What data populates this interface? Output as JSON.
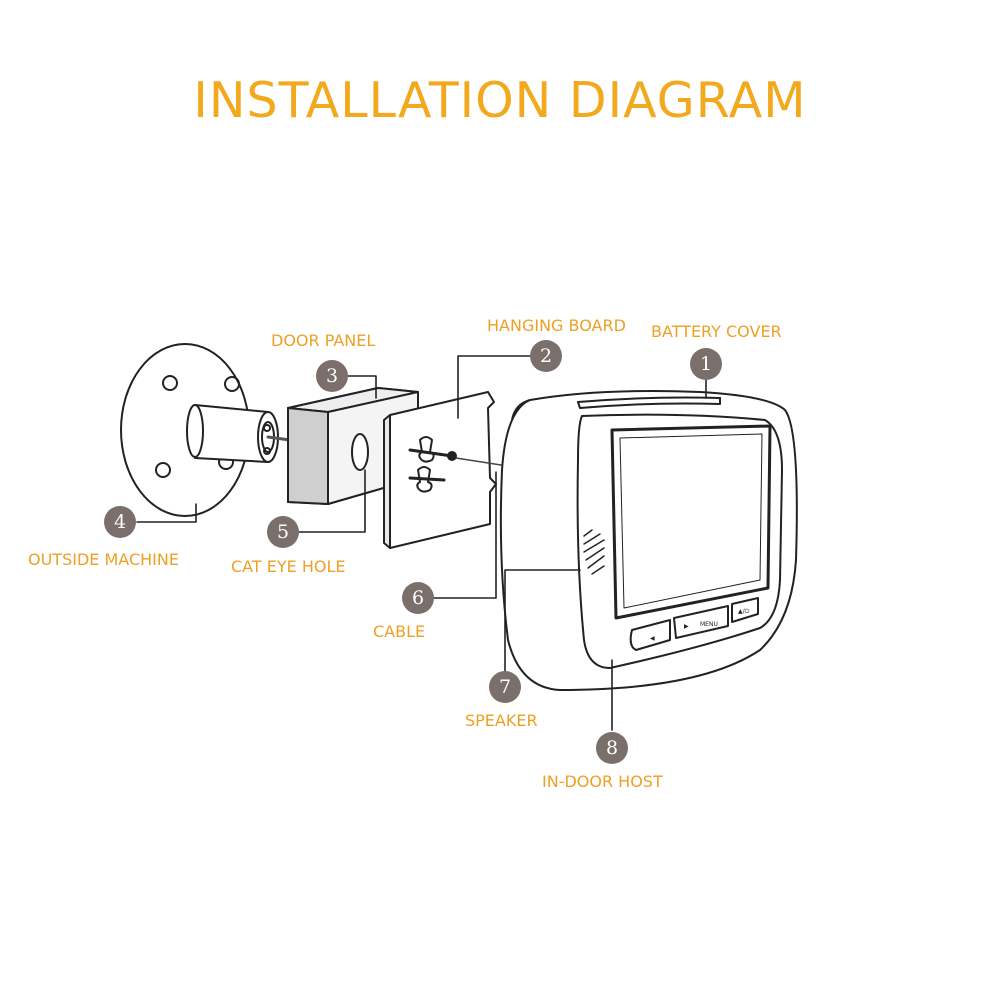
{
  "title": "INSTALLATION DIAGRAM",
  "colors": {
    "label": "#eea024",
    "title": "#f2a91e",
    "badge": "#7a6f6a",
    "panel_fill": "#d9d9d9",
    "line": "#222222"
  },
  "parts": [
    {
      "number": "1",
      "label": "BATTERY COVER"
    },
    {
      "number": "2",
      "label": "HANGING BOARD"
    },
    {
      "number": "3",
      "label": "DOOR PANEL"
    },
    {
      "number": "4",
      "label": "OUTSIDE MACHINE"
    },
    {
      "number": "5",
      "label": "CAT EYE HOLE"
    },
    {
      "number": "6",
      "label": "CABLE"
    },
    {
      "number": "7",
      "label": "SPEAKER"
    },
    {
      "number": "8",
      "label": "IN-DOOR HOST"
    }
  ],
  "device": {
    "button_menu": "MENU",
    "button_up": "▲/⏻",
    "button_left": "◀",
    "button_right": "▶"
  }
}
